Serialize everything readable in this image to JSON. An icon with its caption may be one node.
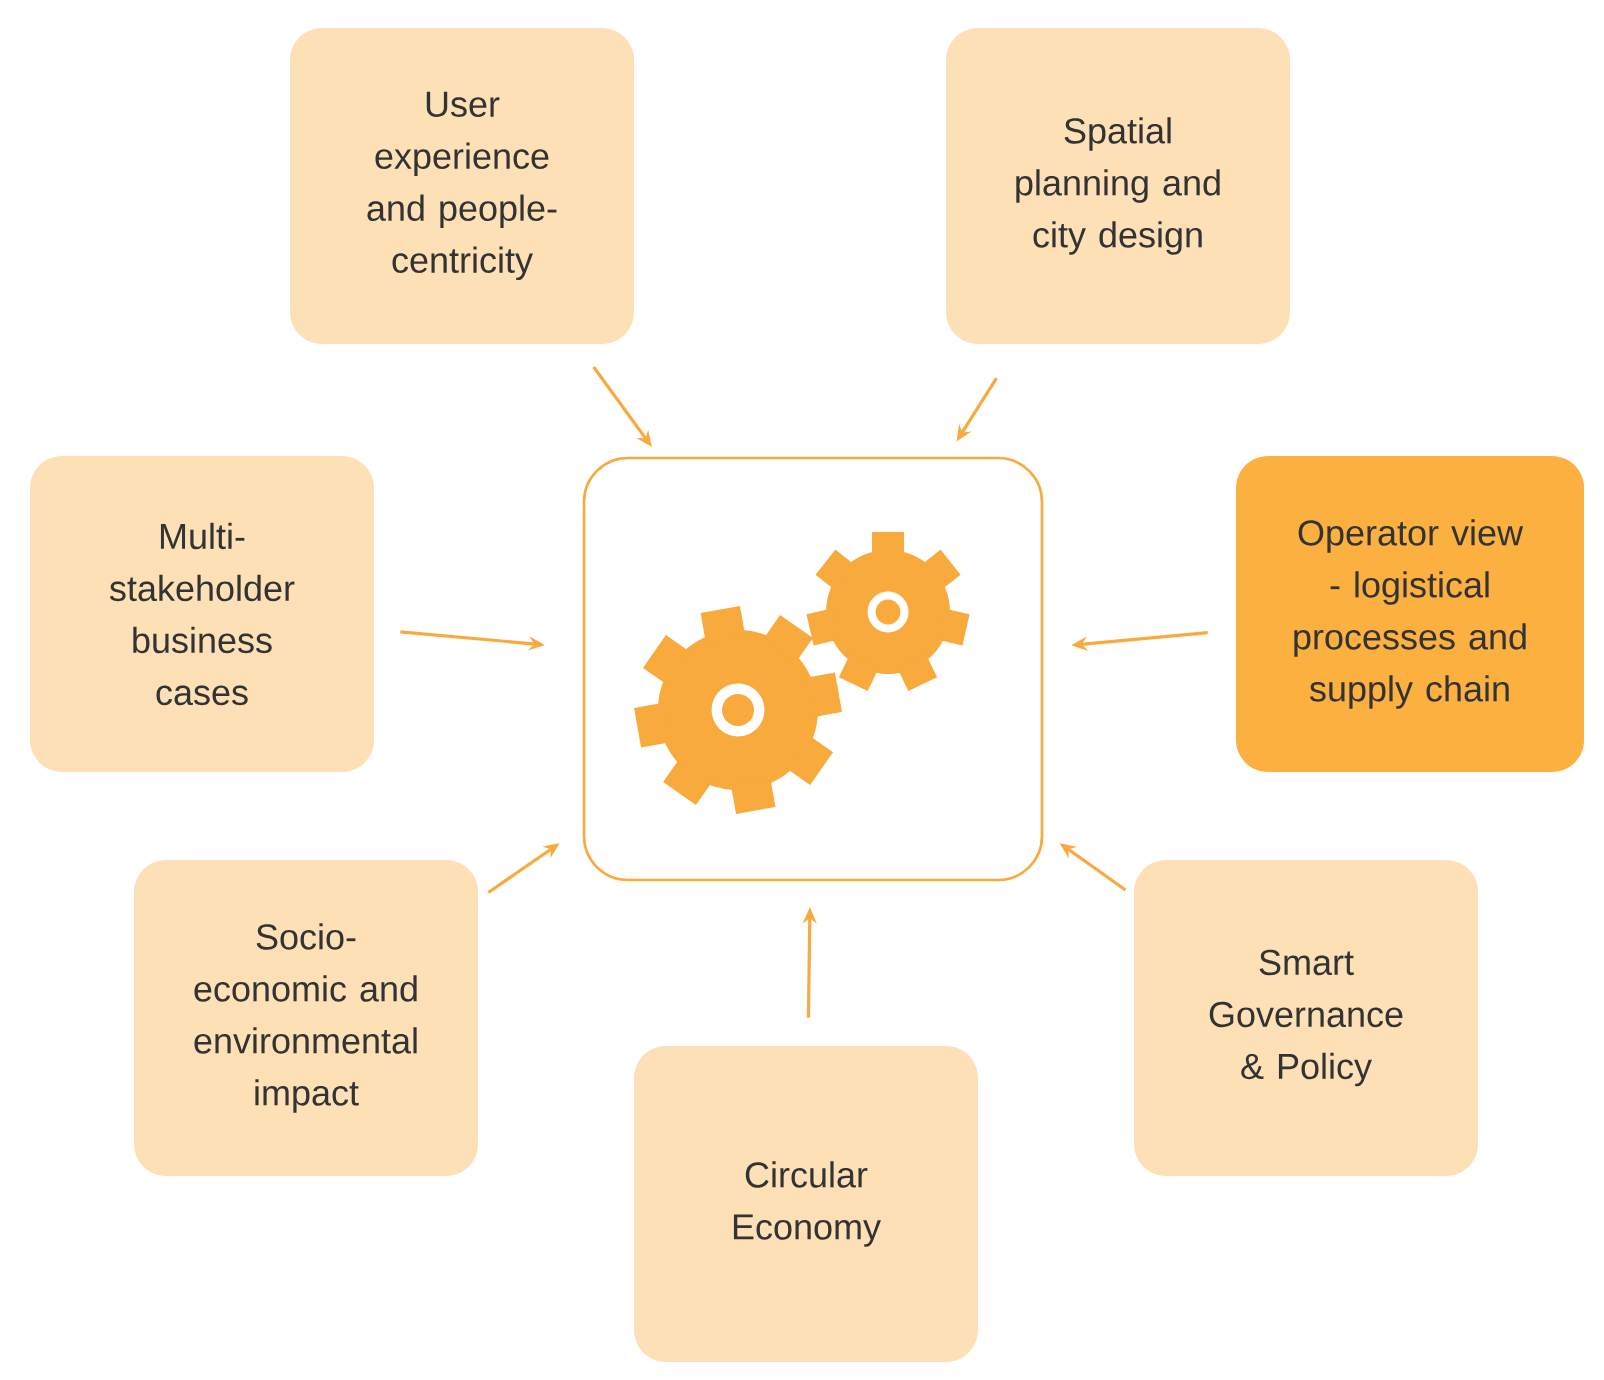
{
  "diagram": {
    "nodes": [
      {
        "text": [],
        "shape": "box"
      },
      {
        "text": [
          "User experience and people-centricity"
        ]
      },
      {
        "text": [
          "Spatial planning and city design"
        ]
      },
      {
        "text": [
          "Multi-stakeholder business cases"
        ]
      },
      {
        "text": [
          "Operator view - logistical processes and supply chain"
        ]
      },
      {
        "text": [
          "Socio-economic and environmental impact"
        ]
      },
      {
        "text": [
          "Smart Governance & Policy"
        ]
      },
      {
        "text": [
          "Circular Economy"
        ]
      }
    ],
    "edges": [
      {
        "from": 1,
        "to": 0,
        "arrow": "to"
      },
      {
        "from": 2,
        "to": 0,
        "arrow": "to"
      },
      {
        "from": 3,
        "to": 0,
        "arrow": "to"
      },
      {
        "from": 4,
        "to": 0,
        "arrow": "to"
      },
      {
        "from": 5,
        "to": 0,
        "arrow": "to"
      },
      {
        "from": 6,
        "to": 0,
        "arrow": "to"
      },
      {
        "from": 7,
        "to": 0,
        "arrow": "to"
      }
    ]
  }
}
